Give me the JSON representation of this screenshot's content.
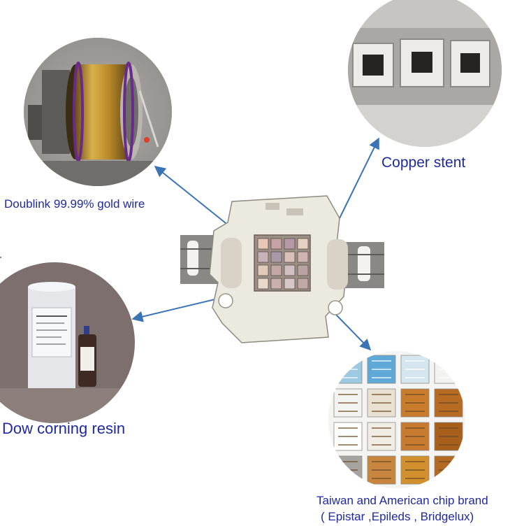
{
  "labels": {
    "gold_wire": "Doublink 99.99% gold wire",
    "copper_stent": "Copper stent",
    "resin": "Dow corning resin",
    "chip_brand_line1": "Taiwan and American chip brand",
    "chip_brand_line2": "( Epistar ,Epileds , Bridgelux)"
  },
  "colors": {
    "label_text": "#1f2a9e",
    "arrow": "#3a73b6",
    "led_body": "#ece9df",
    "led_metal": "#8a8884"
  },
  "icons": {
    "gold_wire_photo": "gold-wire-spool-photo",
    "copper_stent_photo": "copper-stent-frame-photo",
    "resin_photo": "resin-bottles-photo",
    "chip_photo": "led-chip-dies-photo",
    "led_module": "cob-led-module"
  }
}
